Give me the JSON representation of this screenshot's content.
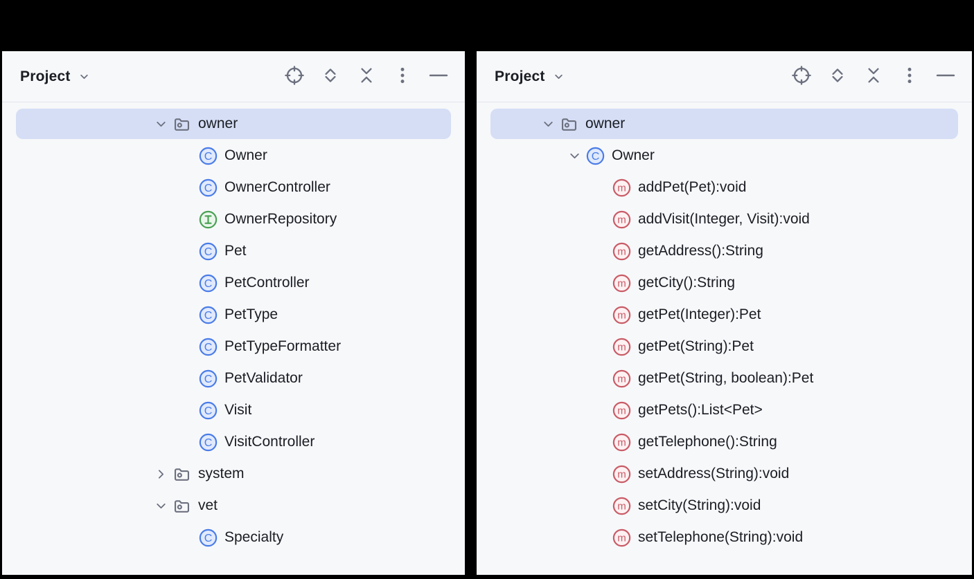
{
  "colors": {
    "selection_bg": "#d5def5",
    "panel_bg": "#f7f8fa",
    "text": "#1a1d23",
    "icon_gray": "#6c707e",
    "class_blue": "#4a7ce8",
    "class_fill": "#e1eafc",
    "interface_green": "#4aa154",
    "interface_fill": "#eaf6ec",
    "method_red": "#c95b66",
    "method_fill": "#fdf1f2"
  },
  "panels": [
    {
      "header": {
        "title": "Project"
      },
      "toolbar": [
        {
          "action": "select-opened-file",
          "icon": "target-icon"
        },
        {
          "action": "expand-all",
          "icon": "expand-all-icon"
        },
        {
          "action": "collapse-all",
          "icon": "collapse-all-icon"
        },
        {
          "action": "more-options",
          "icon": "kebab-menu-icon"
        },
        {
          "action": "hide-tool-window",
          "icon": "minus-icon"
        }
      ],
      "rows": [
        {
          "label": "owner",
          "icon": "package-icon",
          "chevron": "down",
          "level": 0,
          "selected": true
        },
        {
          "label": "Owner",
          "icon": "class-icon",
          "chevron": "none",
          "level": 1,
          "selected": false
        },
        {
          "label": "OwnerController",
          "icon": "class-icon",
          "chevron": "none",
          "level": 1,
          "selected": false
        },
        {
          "label": "OwnerRepository",
          "icon": "interface-icon",
          "chevron": "none",
          "level": 1,
          "selected": false
        },
        {
          "label": "Pet",
          "icon": "class-icon",
          "chevron": "none",
          "level": 1,
          "selected": false
        },
        {
          "label": "PetController",
          "icon": "class-icon",
          "chevron": "none",
          "level": 1,
          "selected": false
        },
        {
          "label": "PetType",
          "icon": "class-icon",
          "chevron": "none",
          "level": 1,
          "selected": false
        },
        {
          "label": "PetTypeFormatter",
          "icon": "class-icon",
          "chevron": "none",
          "level": 1,
          "selected": false
        },
        {
          "label": "PetValidator",
          "icon": "class-icon",
          "chevron": "none",
          "level": 1,
          "selected": false
        },
        {
          "label": "Visit",
          "icon": "class-icon",
          "chevron": "none",
          "level": 1,
          "selected": false
        },
        {
          "label": "VisitController",
          "icon": "class-icon",
          "chevron": "none",
          "level": 1,
          "selected": false
        },
        {
          "label": "system",
          "icon": "package-icon",
          "chevron": "right",
          "level": 0,
          "selected": false
        },
        {
          "label": "vet",
          "icon": "package-icon",
          "chevron": "down",
          "level": 0,
          "selected": false
        },
        {
          "label": "Specialty",
          "icon": "class-icon",
          "chevron": "none",
          "level": 1,
          "selected": false
        }
      ]
    },
    {
      "header": {
        "title": "Project"
      },
      "toolbar": [
        {
          "action": "select-opened-file",
          "icon": "target-icon"
        },
        {
          "action": "expand-all",
          "icon": "expand-all-icon"
        },
        {
          "action": "collapse-all",
          "icon": "collapse-all-icon"
        },
        {
          "action": "more-options",
          "icon": "kebab-menu-icon"
        },
        {
          "action": "hide-tool-window",
          "icon": "minus-icon"
        }
      ],
      "rows": [
        {
          "label": "owner",
          "icon": "package-icon",
          "chevron": "down",
          "level": 0,
          "selected": true
        },
        {
          "label": "Owner",
          "icon": "class-icon",
          "chevron": "down",
          "level": 1,
          "selected": false
        },
        {
          "label": "addPet(Pet):void",
          "icon": "method-icon",
          "chevron": "none",
          "level": 2,
          "selected": false
        },
        {
          "label": "addVisit(Integer, Visit):void",
          "icon": "method-icon",
          "chevron": "none",
          "level": 2,
          "selected": false
        },
        {
          "label": "getAddress():String",
          "icon": "method-icon",
          "chevron": "none",
          "level": 2,
          "selected": false
        },
        {
          "label": "getCity():String",
          "icon": "method-icon",
          "chevron": "none",
          "level": 2,
          "selected": false
        },
        {
          "label": "getPet(Integer):Pet",
          "icon": "method-icon",
          "chevron": "none",
          "level": 2,
          "selected": false
        },
        {
          "label": "getPet(String):Pet",
          "icon": "method-icon",
          "chevron": "none",
          "level": 2,
          "selected": false
        },
        {
          "label": "getPet(String, boolean):Pet",
          "icon": "method-icon",
          "chevron": "none",
          "level": 2,
          "selected": false
        },
        {
          "label": "getPets():List<Pet>",
          "icon": "method-icon",
          "chevron": "none",
          "level": 2,
          "selected": false
        },
        {
          "label": "getTelephone():String",
          "icon": "method-icon",
          "chevron": "none",
          "level": 2,
          "selected": false
        },
        {
          "label": "setAddress(String):void",
          "icon": "method-icon",
          "chevron": "none",
          "level": 2,
          "selected": false
        },
        {
          "label": "setCity(String):void",
          "icon": "method-icon",
          "chevron": "none",
          "level": 2,
          "selected": false
        },
        {
          "label": "setTelephone(String):void",
          "icon": "method-icon",
          "chevron": "none",
          "level": 2,
          "selected": false
        }
      ]
    }
  ]
}
